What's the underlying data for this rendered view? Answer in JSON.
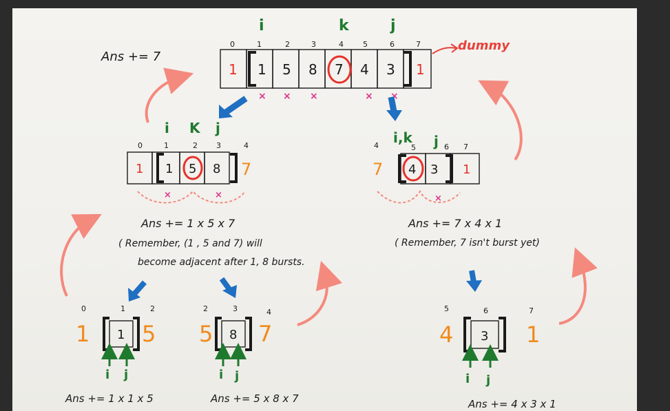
{
  "colors": {
    "ink": "#1a1a1a",
    "red": "#e8312b",
    "green": "#1f7a2e",
    "orange": "#f08a1c",
    "magenta": "#e0338a",
    "blue": "#1f6fc2",
    "salmon": "#f4897e",
    "dummy": "#e8413a"
  },
  "top": {
    "ans": "Ans += 7",
    "indices": [
      "0",
      "1",
      "2",
      "3",
      "4",
      "5",
      "6",
      "7"
    ],
    "values": [
      "1",
      "1",
      "5",
      "8",
      "7",
      "4",
      "3",
      "1"
    ],
    "pointers": {
      "i": "i",
      "k": "k",
      "j": "j"
    },
    "dummy_label": "dummy"
  },
  "left": {
    "indices": [
      "0",
      "1",
      "2",
      "3",
      "4"
    ],
    "values": [
      "1",
      "1",
      "5",
      "8",
      "7"
    ],
    "pointers": {
      "i": "i",
      "k": "K",
      "j": "j"
    },
    "ans": "Ans += 1 x 5 x 7",
    "note_line1": "( Remember, (1 , 5 and 7) will",
    "note_line2": "become adjacent after 1, 8 bursts."
  },
  "right": {
    "indices": [
      "4",
      "5",
      "6",
      "7"
    ],
    "values": [
      "7",
      "4",
      "3",
      "1"
    ],
    "pointers": {
      "ik": "i,k",
      "j": "j"
    },
    "ans": "Ans += 7 x 4 x 1",
    "note": "( Remember, 7 isn't burst yet)"
  },
  "leaf1": {
    "indices": [
      "0",
      "1",
      "2"
    ],
    "values": [
      "1",
      "1",
      "5"
    ],
    "i": "i",
    "j": "j",
    "ans": "Ans +=  1 x 1 x 5"
  },
  "leaf2": {
    "indices": [
      "2",
      "3",
      "4"
    ],
    "values": [
      "5",
      "8",
      "7"
    ],
    "i": "i",
    "j": "j",
    "ans": "Ans += 5 x 8 x 7"
  },
  "leaf3": {
    "indices": [
      "5",
      "6",
      "7"
    ],
    "values": [
      "4",
      "3",
      "1"
    ],
    "i": "i",
    "j": "j",
    "ans": "Ans += 4 x 3 x 1"
  }
}
